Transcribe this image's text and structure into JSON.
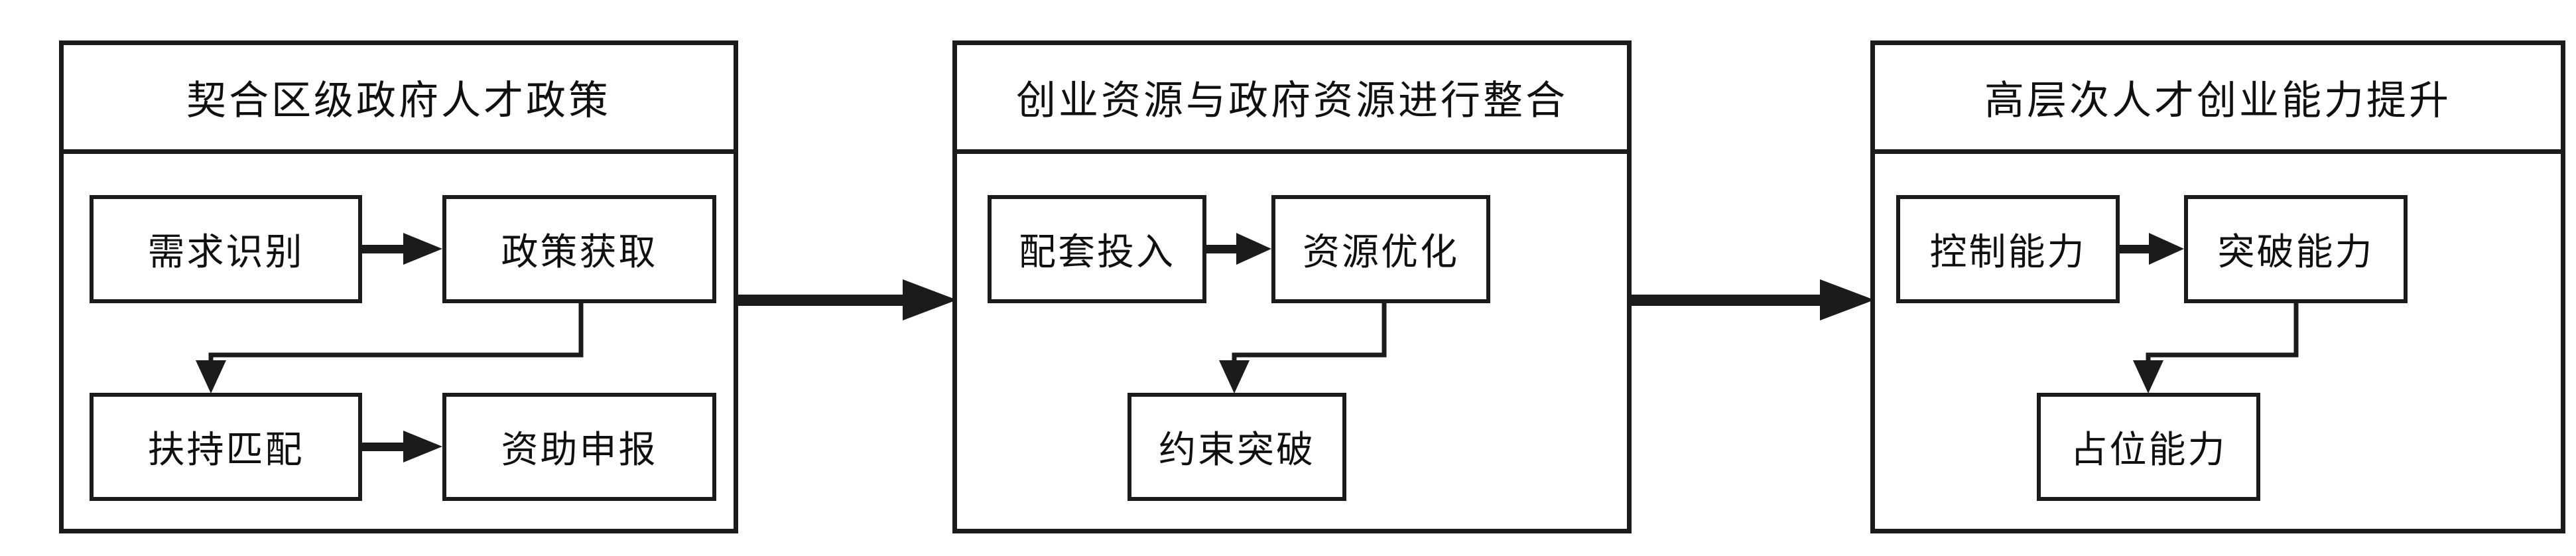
{
  "diagram": {
    "title_flow": "contract-resource-capability flow",
    "stroke_color": "#1b1b1b",
    "background": "#ffffff",
    "panels": [
      {
        "id": "panel-1",
        "title": "契合区级政府人才政策",
        "nodes": [
          {
            "id": "p1-n1",
            "label": "需求识别"
          },
          {
            "id": "p1-n2",
            "label": "政策获取"
          },
          {
            "id": "p1-n3",
            "label": "扶持匹配"
          },
          {
            "id": "p1-n4",
            "label": "资助申报"
          }
        ]
      },
      {
        "id": "panel-2",
        "title": "创业资源与政府资源进行整合",
        "nodes": [
          {
            "id": "p2-n1",
            "label": "配套投入"
          },
          {
            "id": "p2-n2",
            "label": "资源优化"
          },
          {
            "id": "p2-n3",
            "label": "约束突破"
          }
        ]
      },
      {
        "id": "panel-3",
        "title": "高层次人才创业能力提升",
        "nodes": [
          {
            "id": "p3-n1",
            "label": "控制能力"
          },
          {
            "id": "p3-n2",
            "label": "突破能力"
          },
          {
            "id": "p3-n3",
            "label": "占位能力"
          }
        ]
      }
    ],
    "stage_arrows": [
      {
        "id": "stage-arrow-1",
        "from": "panel-1",
        "to": "panel-2"
      },
      {
        "id": "stage-arrow-2",
        "from": "panel-2",
        "to": "panel-3"
      }
    ]
  }
}
